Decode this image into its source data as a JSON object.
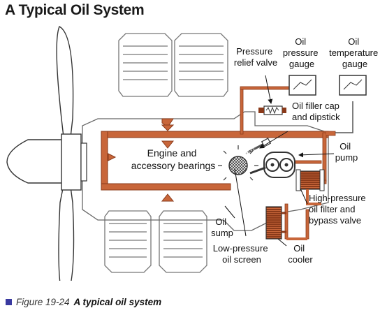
{
  "title": "A Typical Oil System",
  "labels": {
    "pressure_relief_valve": [
      "Pressure",
      "relief valve"
    ],
    "oil_pressure_gauge": [
      "Oil",
      "pressure",
      "gauge"
    ],
    "oil_temperature_gauge": [
      "Oil",
      "temperature",
      "gauge"
    ],
    "oil_filler_cap": [
      "Oil filler cap",
      "and dipstick"
    ],
    "oil_pump": [
      "Oil",
      "pump"
    ],
    "engine_bearings": [
      "Engine and",
      "accessory bearings"
    ],
    "high_pressure_filter": [
      "High-pressure",
      "oil filter and",
      "bypass valve"
    ],
    "oil_sump": [
      "Oil",
      "sump"
    ],
    "low_pressure_screen": [
      "Low-pressure",
      "oil screen"
    ],
    "oil_cooler": [
      "Oil",
      "cooler"
    ]
  },
  "caption": {
    "figure_number": "Figure 19-24",
    "figure_title": "A typical oil system"
  },
  "colors": {
    "oil_line": "#c8663a",
    "oil_line_dark": "#8a3a1a",
    "engine_outline": "#555555",
    "caption_marker": "#3a3aa0"
  }
}
